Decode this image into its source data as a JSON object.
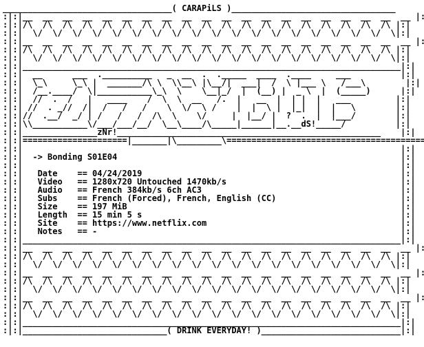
{
  "nfo": {
    "lines": [
      "__________________________________( CARAPiLS )_________________________________",
      ":|:|__  __  __  __  __  __  __  __  __  __  __  __  __  __  __  __  __  __  __  __ |:|",
      ":|:|/\\  /\\  /\\  /\\  /\\  /\\  /\\  /\\  /\\  /\\  /\\  /\\  /\\  /\\  /\\  /\\  /\\  /\\  /\\ |:|",
      ":|:|  \\/  \\/  \\/  \\/  \\/  \\/  \\/  \\/  \\/  \\/  \\/  \\/  \\/  \\/  \\/  \\/  \\/  \\/  \\|:|",
      ":|:|__  __  __  __  __  __  __  __  __  __  __  __  __  __  __  __  __  __  __  __ |:|",
      ":|:|/\\  /\\  /\\  /\\  /\\  /\\  /\\  /\\  /\\  /\\  /\\  /\\  /\\  /\\  /\\  /\\  /\\  /\\  /\\ |:|",
      ":|:|  \\/  \\/  \\/  \\/  \\/  \\/  \\/  \\/  \\/  \\/  \\/  \\/  \\/  \\/  \\/  \\/  \\/  \\/  \\|:|",
      ":|:|____________________________________________________________________________|:|",
      ":|:|  __      ___  .__________   _  __  .  ._____  ____  .____     ___          |:|",
      ":|:|  \\_\\     \\_\\ |  _______/\\ \\  \\\\__\\ |\\__/|  ___|  /  \\ |___ \\   /___\\        |:|",
      ":|:|  /__.____/  \\|___________\\_\\  \\    \\__|_/  |  (__) |  _ \\  |  (_____)      |:|",
      ":|:|  //  .  /   |   ____    /  \\  \\  __   /.  |   __  |  | |  |   ___         |:|",
      ":|:| //  . _//  /|  /   /   /    \\  \\/  \\ /    |  |  \\ |  |_|  |  |   \\        |:|",
      ":|:|//  .__/  _/ | /   /   /  /\\  \\    \\/     |  |__/ |  ?  .  |  |___/        |:|",
      ":|:|\\\\___________\\/___/___/__/  \\__\\____/\\_____|______|__.__dS!_____/          |:|",
      ":|:|_______________zNr!_____________________________________________________    |:|",
      ":|:|=====================|_______|\\_________\\========================================|:|",
      ":|:|                                                                            |:|",
      ":|:|  -> Bonding S01E04                                                         |:|",
      ":|:|                                                                            |:|",
      ":|:|   Date    == 04/24/2019                                                    |:|",
      ":|:|   Video   == 1280x720 Untouched 1470kb/s                                   |:|",
      ":|:|   Audio   == French 384kb/s 6ch AC3                                        |:|",
      ":|:|   Subs    == French (Forced), French, English (CC)                         |:|",
      ":|:|   Size    == 197 MiB                                                       |:|",
      ":|:|   Length  == 15 min 5 s                                                    |:|",
      ":|:|   Site    == https://www.netflix.com                                       |:|",
      ":|:|   Notes   == -                                                             |:|",
      ":|:|____________________________________________________________________________|:|",
      ":|:|__  __  __  __  __  __  __  __  __  __  __  __  __  __  __  __  __  __  __  __ |:|",
      ":|:|/\\  /\\  /\\  /\\  /\\  /\\  /\\  /\\  /\\  /\\  /\\  /\\  /\\  /\\  /\\  /\\  /\\  /\\  /\\ |:|",
      ":|:|  \\/  \\/  \\/  \\/  \\/  \\/  \\/  \\/  \\/  \\/  \\/  \\/  \\/  \\/  \\/  \\/  \\/  \\/  \\|:|",
      ":|:|__  __  __  __  __  __  __  __  __  __  __  __  __  __  __  __  __  __  __  __ |:|",
      ":|:|/\\  /\\  /\\  /\\  /\\  /\\  /\\  /\\  /\\  /\\  /\\  /\\  /\\  /\\  /\\  /\\  /\\  /\\  /\\ |:|",
      ":|:|  \\/  \\/  \\/  \\/  \\/  \\/  \\/  \\/  \\/  \\/  \\/  \\/  \\/  \\/  \\/  \\/  \\/  \\/  \\|:|",
      ":|:|__  __  __  __  __  __  __  __  __  __  __  __  __  __  __  __  __  __  __  __ |:|",
      ":|:|/\\  /\\  /\\  /\\  /\\  /\\  /\\  /\\  /\\  /\\  /\\  /\\  /\\  /\\  /\\  /\\  /\\  /\\  /\\ |:|",
      ":|:|  \\/  \\/  \\/  \\/  \\/  \\/  \\/  \\/  \\/  \\/  \\/  \\/  \\/  \\/  \\/  \\/  \\/  \\/  \\|:|",
      ":|:|____________________________________________________________________________|:|",
      ":|:|_____________________________( DRINK EVERYDAY! )____________________________|:|"
    ]
  }
}
